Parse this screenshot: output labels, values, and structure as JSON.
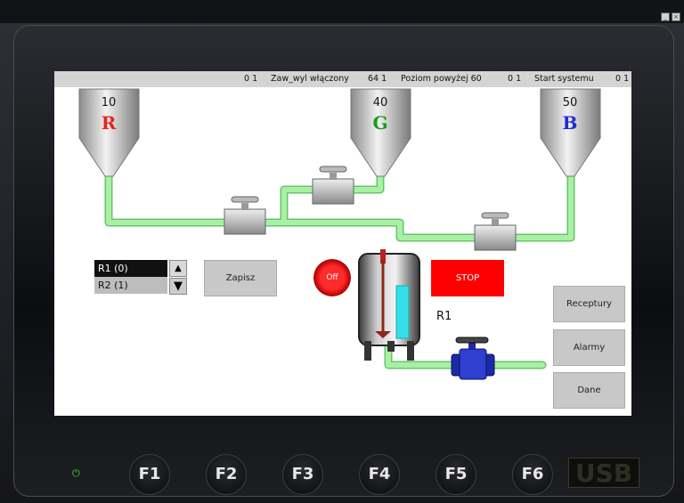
{
  "alarm_bar": [
    {
      "text": "0  1"
    },
    {
      "text": "Zaw_wyl włączony"
    },
    {
      "text": "64  1"
    },
    {
      "text": "Poziom powyżej 60"
    },
    {
      "text": "0  1"
    },
    {
      "text": "Start systemu"
    },
    {
      "text": "0  1"
    }
  ],
  "silos": [
    {
      "value": "10",
      "letter": "R",
      "color": "#e8231d"
    },
    {
      "value": "40",
      "letter": "G",
      "color": "#1a9a1a"
    },
    {
      "value": "50",
      "letter": "B",
      "color": "#1f2cd8"
    }
  ],
  "recipe_list": {
    "items": [
      "R1 (0)",
      "R2 (1)"
    ],
    "selected_index": 0
  },
  "buttons": {
    "save": "Zapisz",
    "off": "Off",
    "stop": "STOP",
    "recipes": "Receptury",
    "alarms": "Alarmy",
    "data": "Dane"
  },
  "tank_label": "R1",
  "tank_level": 0.65,
  "fkeys": [
    "F1",
    "F2",
    "F3",
    "F4",
    "F5",
    "F6"
  ],
  "usb_label": "USB",
  "colors": {
    "pipe": "#a9f0a4",
    "pipe_edge": "#66c56a",
    "stop": "#ff0000",
    "level": "#33e0e8",
    "valve_blue": "#1c2aa8"
  },
  "icons": {
    "power": "power-icon",
    "window_min": "minimize-icon",
    "window_close": "close-icon"
  }
}
